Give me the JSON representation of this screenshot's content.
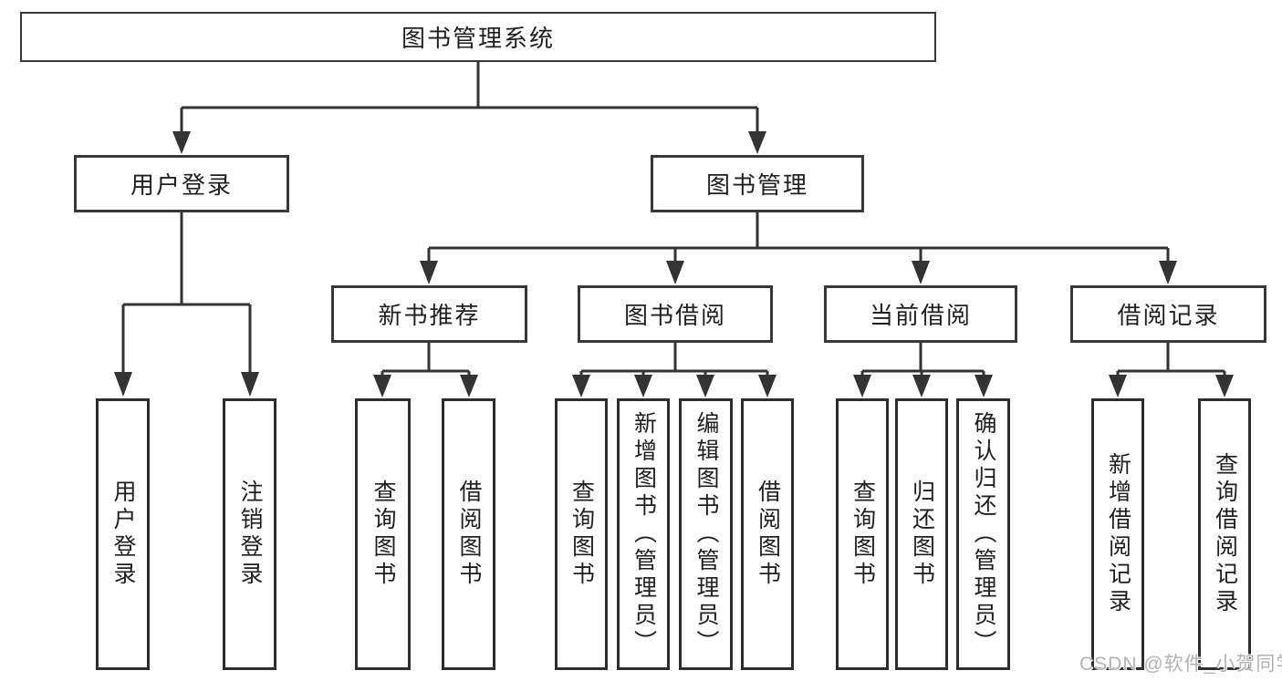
{
  "tree": {
    "root": {
      "label": "图书管理系统"
    },
    "branches": [
      {
        "label": "用户登录",
        "children": [
          {
            "label": "用户登录"
          },
          {
            "label": "注销登录"
          }
        ]
      },
      {
        "label": "图书管理",
        "children": [
          {
            "label": "新书推荐",
            "children": [
              {
                "label": "查询图书"
              },
              {
                "label": "借阅图书"
              }
            ]
          },
          {
            "label": "图书借阅",
            "children": [
              {
                "label": "查询图书"
              },
              {
                "label": "新增图书（管理员）"
              },
              {
                "label": "编辑图书（管理员）"
              },
              {
                "label": "借阅图书"
              }
            ]
          },
          {
            "label": "当前借阅",
            "children": [
              {
                "label": "查询图书"
              },
              {
                "label": "归还图书"
              },
              {
                "label": "确认归还（管理员）"
              }
            ]
          },
          {
            "label": "借阅记录",
            "children": [
              {
                "label": "新增借阅记录"
              },
              {
                "label": "查询借阅记录"
              }
            ]
          }
        ]
      }
    ]
  },
  "watermark": "CSDN @软件_小贺同学",
  "colors": {
    "line": "#333333",
    "box_border": "#383838",
    "text": "#1f1f1f",
    "background": "#ffffff",
    "watermark": "#b3b3b3"
  }
}
